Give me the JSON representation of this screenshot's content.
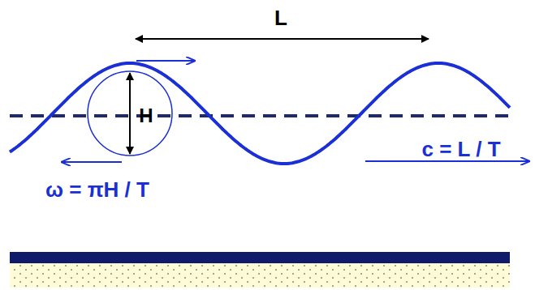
{
  "diagram": {
    "labels": [
      "L",
      "H",
      "ω = πH / T",
      "c = L / T"
    ]
  }
}
